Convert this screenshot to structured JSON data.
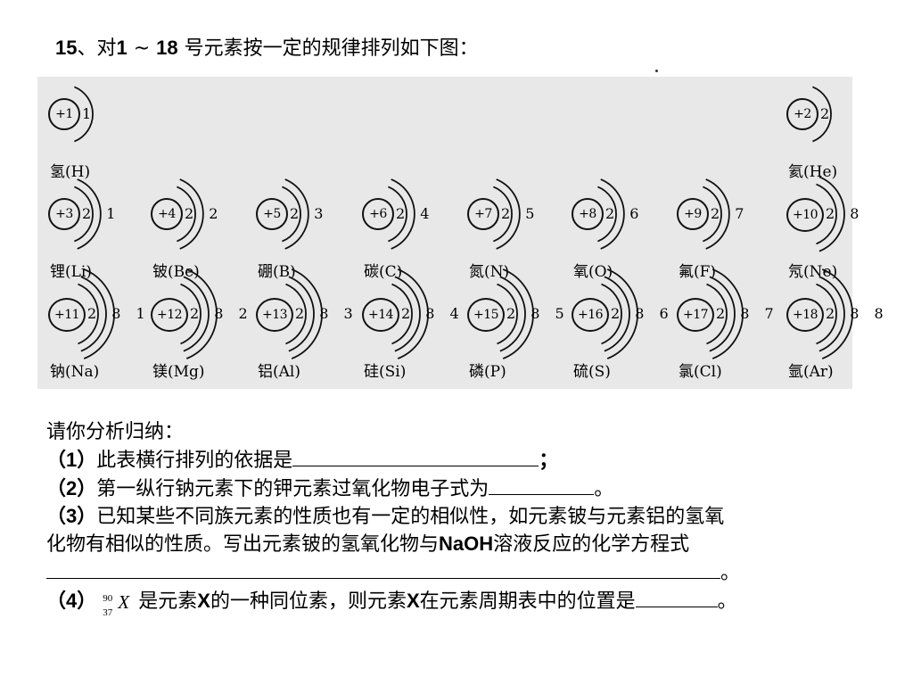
{
  "title": {
    "num": "15",
    "sep": "、对",
    "range_a": "1",
    "tilde": " ~ ",
    "range_b": "18",
    "rest": " 号元素按一定的规律排列如下图："
  },
  "atoms": [
    {
      "nucleus": "+1",
      "shells": "1",
      "name": "氢(H)"
    },
    {
      "nucleus": "+2",
      "shells": "2",
      "name": "氦(He)"
    },
    {
      "nucleus": "+3",
      "shells": "2 1",
      "name": "锂(Li)"
    },
    {
      "nucleus": "+4",
      "shells": "2 2",
      "name": "铍(Be)"
    },
    {
      "nucleus": "+5",
      "shells": "2 3",
      "name": "硼(B)"
    },
    {
      "nucleus": "+6",
      "shells": "2 4",
      "name": "碳(C)"
    },
    {
      "nucleus": "+7",
      "shells": "2 5",
      "name": "氮(N)"
    },
    {
      "nucleus": "+8",
      "shells": "2 6",
      "name": "氧(O)"
    },
    {
      "nucleus": "+9",
      "shells": "2 7",
      "name": "氟(F)"
    },
    {
      "nucleus": "+10",
      "shells": "2 8",
      "name": "氖(Ne)"
    },
    {
      "nucleus": "+11",
      "shells": "2 8 1",
      "name": "钠(Na)"
    },
    {
      "nucleus": "+12",
      "shells": "2 8 2",
      "name": "镁(Mg)"
    },
    {
      "nucleus": "+13",
      "shells": "2 8 3",
      "name": "铝(Al)"
    },
    {
      "nucleus": "+14",
      "shells": "2 8 4",
      "name": "硅(Si)"
    },
    {
      "nucleus": "+15",
      "shells": "2 8 5",
      "name": "磷(P)"
    },
    {
      "nucleus": "+16",
      "shells": "2 8 6",
      "name": "硫(S)"
    },
    {
      "nucleus": "+17",
      "shells": "2 8 7",
      "name": "氯(Cl)"
    },
    {
      "nucleus": "+18",
      "shells": "2 8 8",
      "name": "氩(Ar)"
    }
  ],
  "intro": "请你分析归纳：",
  "q1": {
    "num": "（1）",
    "text": "此表横行排列的依据是",
    "end": "；"
  },
  "q2": {
    "num": "（2）",
    "text": "第一纵行钠元素下的钾元素过氧化物电子式为",
    "end": "。"
  },
  "q3": {
    "num": "（3）",
    "text": "已知某些不同族元素的性质也有一定的相似性，如元素铍与元素铝的氢氧",
    "text2a": "化物有相似的性质。写出元素铍的氢氧化物与",
    "naoh": "NaOH",
    "text2b": "溶液反应的化学方程式",
    "end": "。"
  },
  "q4": {
    "num": "（4）",
    "mass": "90",
    "atomic": "37",
    "symbol": "X",
    "text_a": "是元素",
    "x": "X",
    "text_b": "的一种同位素，则元素",
    "x2": "X",
    "text_c": "在元素周期表中的位置是",
    "end": "。"
  }
}
